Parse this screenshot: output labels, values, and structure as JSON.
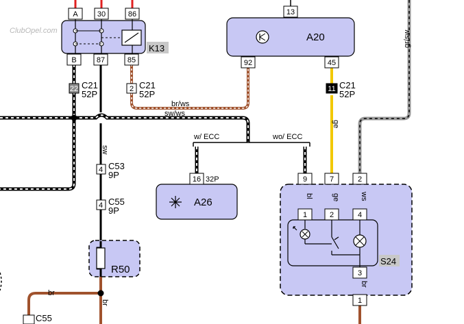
{
  "watermark": "ClubOpel.com",
  "colors": {
    "module_fill": "#c8c8f4",
    "red": "#e02020",
    "brown": "#a0522d",
    "yellow": "#f2c800",
    "blue": "#1a1acc",
    "gray": "#9a9a9a",
    "black": "#000000"
  },
  "relay": {
    "name": "K13",
    "pins_top": [
      "A",
      "30",
      "86"
    ],
    "pins_bottom": [
      "B",
      "87",
      "85"
    ]
  },
  "module_a20": {
    "name": "A20",
    "pin_top": "13",
    "pins_bottom": [
      "92",
      "45"
    ]
  },
  "module_a26": {
    "name": "A26",
    "pin": "16",
    "conn": "32P"
  },
  "switch_s24": {
    "name": "S24",
    "pins_in": [
      "9",
      "7",
      "2"
    ],
    "pins_inner": [
      "1",
      "2",
      "4"
    ],
    "pin_out_top": "3",
    "pin_out_bottom": "1"
  },
  "r50": {
    "name": "R50"
  },
  "connectors": {
    "c21_left": {
      "pin": "22",
      "name": "C21",
      "size": "52P"
    },
    "c21_mid": {
      "pin": "2",
      "name": "C21",
      "size": "52P"
    },
    "c21_right": {
      "pin": "11",
      "name": "C21",
      "size": "52P"
    },
    "c53": {
      "pin": "4",
      "name": "C53",
      "size": "9P"
    },
    "c55": {
      "pin": "4",
      "name": "C55",
      "size": "9P"
    },
    "c55_bottom": {
      "name": "C55"
    }
  },
  "wire_labels": {
    "br_ws": "br/ws",
    "sw_ws": "sw/ws",
    "gr_sw": "gr/sw",
    "sw": "sw",
    "ge": "ge",
    "bl": "bl",
    "ws": "ws",
    "br": "br",
    "with_ecc": "w/ ECC",
    "without_ecc": "wo/ ECC"
  }
}
